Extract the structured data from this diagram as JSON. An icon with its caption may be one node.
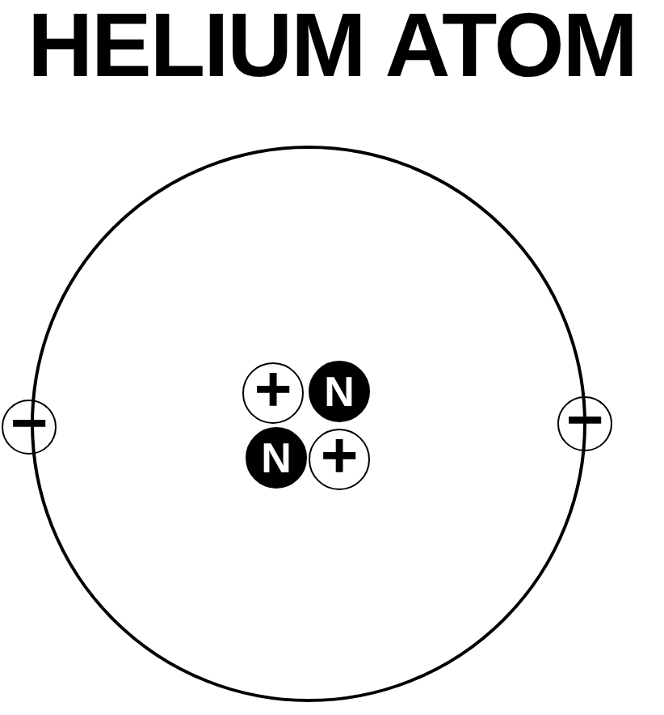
{
  "diagram": {
    "title": "HELIUM ATOM",
    "nodes": [
      {
        "text": [],
        "shape": "circle"
      },
      {
        "text": [
          "−"
        ]
      },
      {
        "text": [
          "+"
        ],
        "in": 0
      },
      {
        "text": [
          "N"
        ],
        "in": 0
      },
      {
        "text": [
          "N"
        ],
        "in": 0
      },
      {
        "text": [
          "+"
        ],
        "in": 0
      },
      {
        "text": [
          "−"
        ]
      }
    ]
  }
}
